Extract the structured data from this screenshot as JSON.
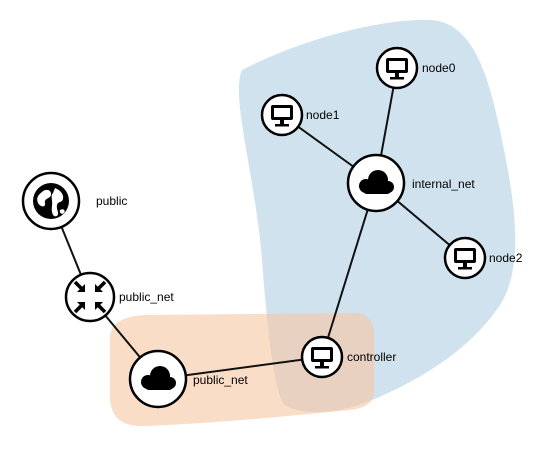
{
  "colors": {
    "internal_zone": "#b3cfe5",
    "public_zone": "#f6c7a0",
    "overlap_zone": "#c7b7a8",
    "node_fill": "#ffffff",
    "node_stroke": "#000000",
    "edge": "#111111"
  },
  "nodes": [
    {
      "id": "node0",
      "label": "node0",
      "icon": "monitor-icon"
    },
    {
      "id": "node1",
      "label": "node1",
      "icon": "monitor-icon"
    },
    {
      "id": "internal_net",
      "label": "internal_net",
      "icon": "cloud-icon"
    },
    {
      "id": "node2",
      "label": "node2",
      "icon": "monitor-icon"
    },
    {
      "id": "public",
      "label": "public",
      "icon": "globe-icon"
    },
    {
      "id": "router",
      "label": "public_net",
      "icon": "router-icon"
    },
    {
      "id": "public_net",
      "label": "public_net",
      "icon": "cloud-icon"
    },
    {
      "id": "controller",
      "label": "controller",
      "icon": "monitor-icon"
    }
  ],
  "edges": [
    [
      "node0",
      "internal_net"
    ],
    [
      "node1",
      "internal_net"
    ],
    [
      "node2",
      "internal_net"
    ],
    [
      "internal_net",
      "controller"
    ],
    [
      "controller",
      "public_net"
    ],
    [
      "public_net",
      "router"
    ],
    [
      "router",
      "public"
    ]
  ]
}
